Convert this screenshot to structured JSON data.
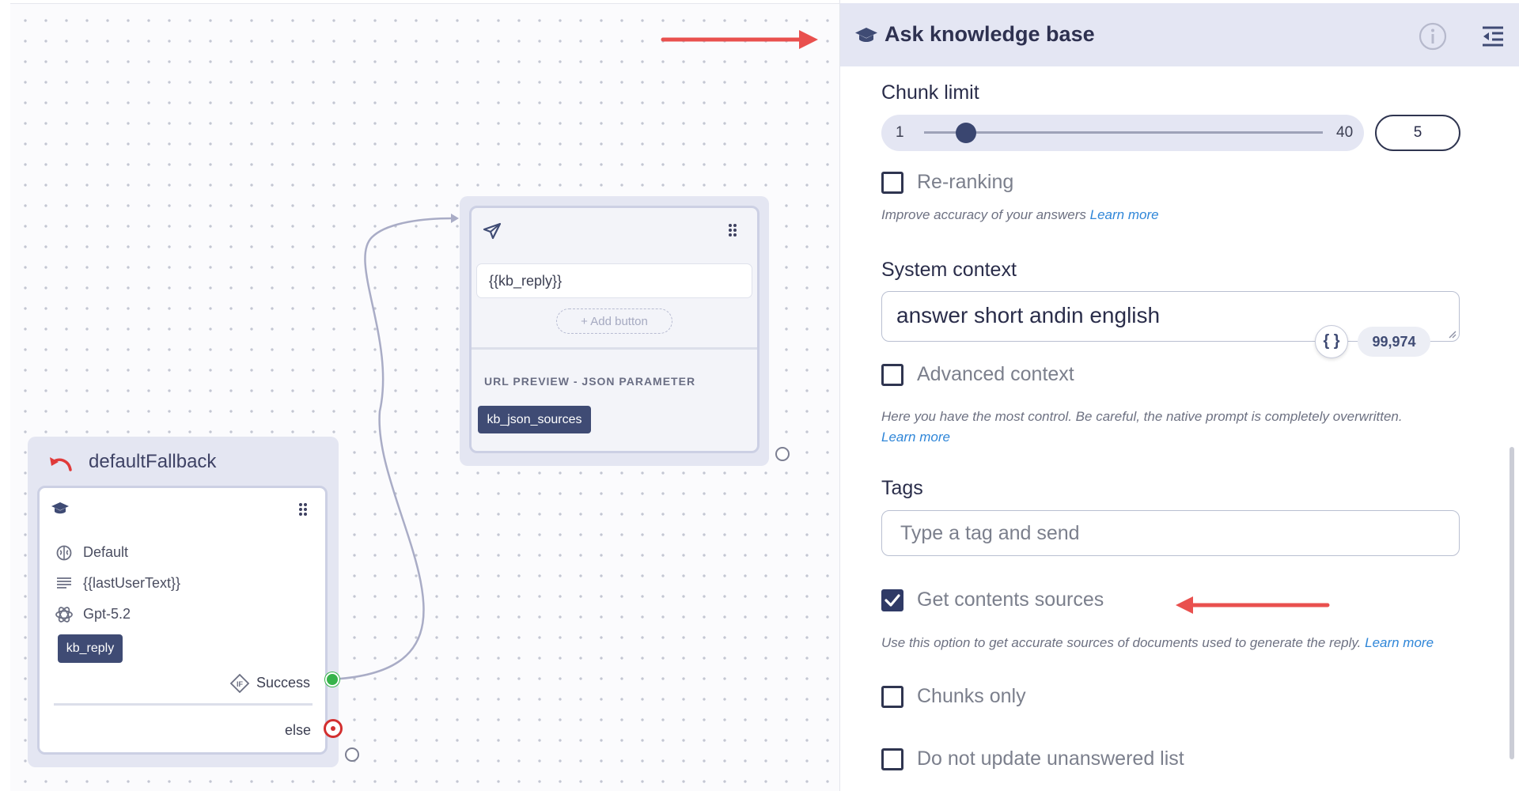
{
  "flow": {
    "fallback_node": {
      "title": "defaultFallback",
      "settings": [
        {
          "icon": "brain-icon",
          "text": "Default"
        },
        {
          "icon": "lines-icon",
          "text": "{{lastUserText}}"
        },
        {
          "icon": "openai-icon",
          "text": "Gpt-5.2"
        }
      ],
      "result_tag": "kb_reply",
      "success_label": "Success",
      "else_label": "else"
    },
    "message_node": {
      "message_text": "{{kb_reply}}",
      "add_button_label": "+ Add button",
      "section_heading": "URL PREVIEW - JSON PARAMETER",
      "json_tag": "kb_json_sources"
    }
  },
  "panel": {
    "title": "Ask knowledge base",
    "chunk_limit": {
      "label": "Chunk limit",
      "min": "1",
      "max": "40",
      "value": "5",
      "slider_fraction": 0.105
    },
    "reranking": {
      "label": "Re-ranking",
      "checked": false,
      "hint": "Improve accuracy of your answers",
      "link": "Learn more"
    },
    "system_context": {
      "label": "System context",
      "value": "answer short andin english",
      "char_count": "99,974"
    },
    "advanced_context": {
      "label": "Advanced context",
      "checked": false,
      "hint": "Here you have the most control. Be careful, the native prompt is completely overwritten.",
      "link": "Learn more"
    },
    "tags": {
      "label": "Tags",
      "placeholder": "Type a tag and send"
    },
    "get_contents_sources": {
      "label": "Get contents sources",
      "checked": true,
      "hint": "Use this option to get accurate sources of documents used to generate the reply.",
      "link": "Learn more"
    },
    "chunks_only": {
      "label": "Chunks only",
      "checked": false
    },
    "do_not_update": {
      "label": "Do not update unanswered list",
      "checked": false
    }
  },
  "colors": {
    "accent_dark": "#2f3a66",
    "link": "#2f86d8",
    "annotation_arrow": "#e9504e",
    "success_handle": "#36b34a",
    "else_handle": "#d32f2f"
  }
}
